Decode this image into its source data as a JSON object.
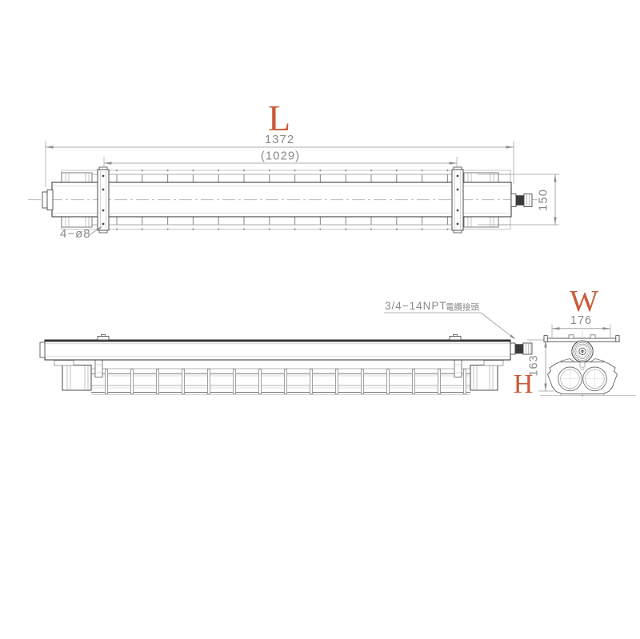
{
  "drawing": {
    "top_view": {
      "label": "L",
      "overall_length": "1372",
      "mounting_length": "(1029)",
      "body_height": "150",
      "mounting_holes": "4−ø8"
    },
    "side_view": {
      "label": "H",
      "overall_height": "163",
      "gland_thread": "3/4−14NPT",
      "gland_name_cjk": "電纜接頭"
    },
    "end_view": {
      "label": "W",
      "overall_width": "176"
    }
  },
  "colors": {
    "accent": "#ca5b38",
    "dim_text": "#8a8a8a",
    "outline": "#3f3f3f",
    "background": "#ffffff"
  }
}
